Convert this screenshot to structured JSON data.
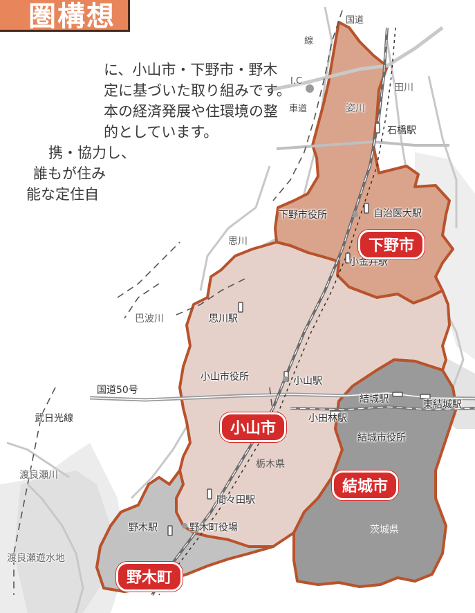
{
  "title": "圏構想",
  "intro_lines": [
    "に、小山市・下野市・野木",
    "定に基づいた取り組みです。",
    "本の経済発展や住環境の整",
    "的としています。",
    "携・協力し、",
    "誰もが住み",
    "能な定住自"
  ],
  "municipalities": {
    "shimotsuke": "下野市",
    "oyama": "小山市",
    "yuki": "結城市",
    "nogi": "野木町"
  },
  "prefectures": {
    "tochigi": "栃木県",
    "ibaraki": "茨城県"
  },
  "stations": {
    "ishibashi": "石橋駅",
    "jichiidai": "自治医大駅",
    "kogane": "小金井駅",
    "omoigawa": "思川駅",
    "oyama": "小山駅",
    "yuki": "結城駅",
    "higashiyuki": "東結城駅",
    "odabayashi": "小田林駅",
    "mamada": "間々田駅",
    "nogi": "野木駅"
  },
  "offices": {
    "shimotsuke": "下野市役所",
    "oyama": "小山市役所",
    "yuki": "結城市役所",
    "nogi": "野木町役場"
  },
  "rivers": {
    "sugata": "姿川",
    "tagawa": "田川",
    "omoigawa": "思川",
    "hawagawa": "巴波川",
    "watarase": "渡良瀬川",
    "watarase_yusuichi": "渡良瀬遊水地"
  },
  "roads": {
    "kokudo_top": "国道",
    "sen_top": "線",
    "ic": "I.C",
    "jidoushadou": "車道",
    "route50": "国道50号",
    "tobu_nikko": "武日光線"
  },
  "colors": {
    "shimotsuke_fill": "#d9a38c",
    "oyama_fill": "#e5d1ca",
    "yuki_fill": "#9a9a9a",
    "nogi_fill": "#c2c2c2",
    "border": "#b8532c",
    "badge": "#d62b2b",
    "title_bg": "#e8855b"
  }
}
